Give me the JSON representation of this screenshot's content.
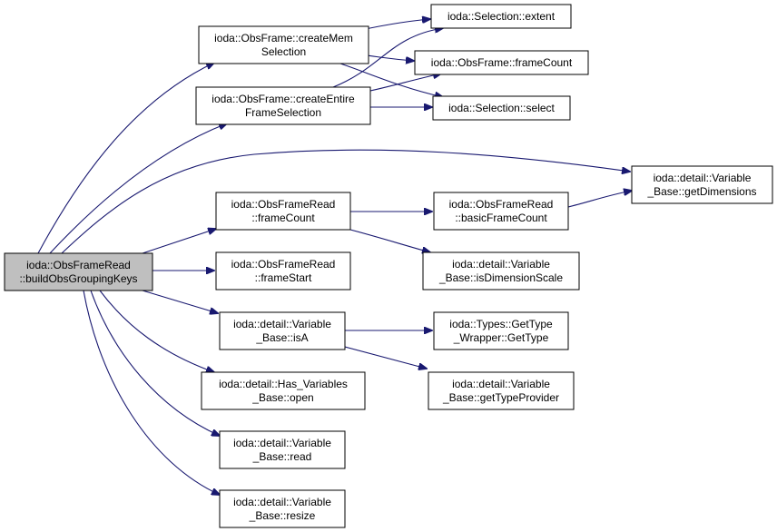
{
  "nodes": {
    "root": {
      "lines": [
        "ioda::ObsFrameRead",
        "::buildObsGroupingKeys"
      ]
    },
    "createMem": {
      "lines": [
        "ioda::ObsFrame::createMem",
        "Selection"
      ]
    },
    "createEntire": {
      "lines": [
        "ioda::ObsFrame::createEntire",
        "FrameSelection"
      ]
    },
    "extent": {
      "lines": [
        "ioda::Selection::extent"
      ]
    },
    "ofFrameCount": {
      "lines": [
        "ioda::ObsFrame::frameCount"
      ]
    },
    "select": {
      "lines": [
        "ioda::Selection::select"
      ]
    },
    "getDims": {
      "lines": [
        "ioda::detail::Variable",
        "_Base::getDimensions"
      ]
    },
    "ofrFrameCount": {
      "lines": [
        "ioda::ObsFrameRead",
        "::frameCount"
      ]
    },
    "basicFrameCount": {
      "lines": [
        "ioda::ObsFrameRead",
        "::basicFrameCount"
      ]
    },
    "isDimScale": {
      "lines": [
        "ioda::detail::Variable",
        "_Base::isDimensionScale"
      ]
    },
    "frameStart": {
      "lines": [
        "ioda::ObsFrameRead",
        "::frameStart"
      ]
    },
    "isA": {
      "lines": [
        "ioda::detail::Variable",
        "_Base::isA"
      ]
    },
    "getType": {
      "lines": [
        "ioda::Types::GetType",
        "_Wrapper::GetType"
      ]
    },
    "getTypeProvider": {
      "lines": [
        "ioda::detail::Variable",
        "_Base::getTypeProvider"
      ]
    },
    "open": {
      "lines": [
        "ioda::detail::Has_Variables",
        "_Base::open"
      ]
    },
    "read": {
      "lines": [
        "ioda::detail::Variable",
        "_Base::read"
      ]
    },
    "resize": {
      "lines": [
        "ioda::detail::Variable",
        "_Base::resize"
      ]
    }
  }
}
